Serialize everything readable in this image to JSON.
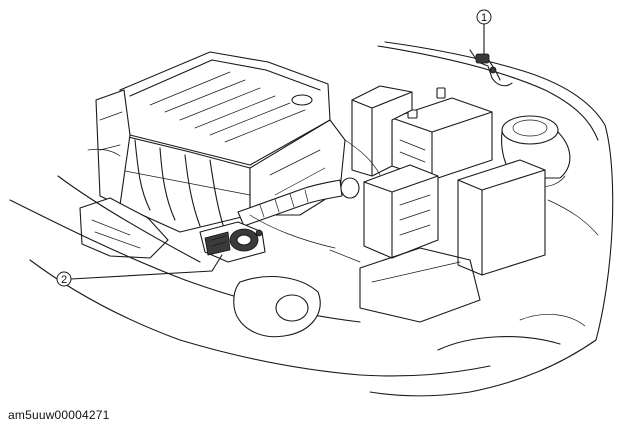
{
  "callouts": [
    {
      "number": "1"
    },
    {
      "number": "2"
    }
  ],
  "caption": "am5uuw00004271"
}
